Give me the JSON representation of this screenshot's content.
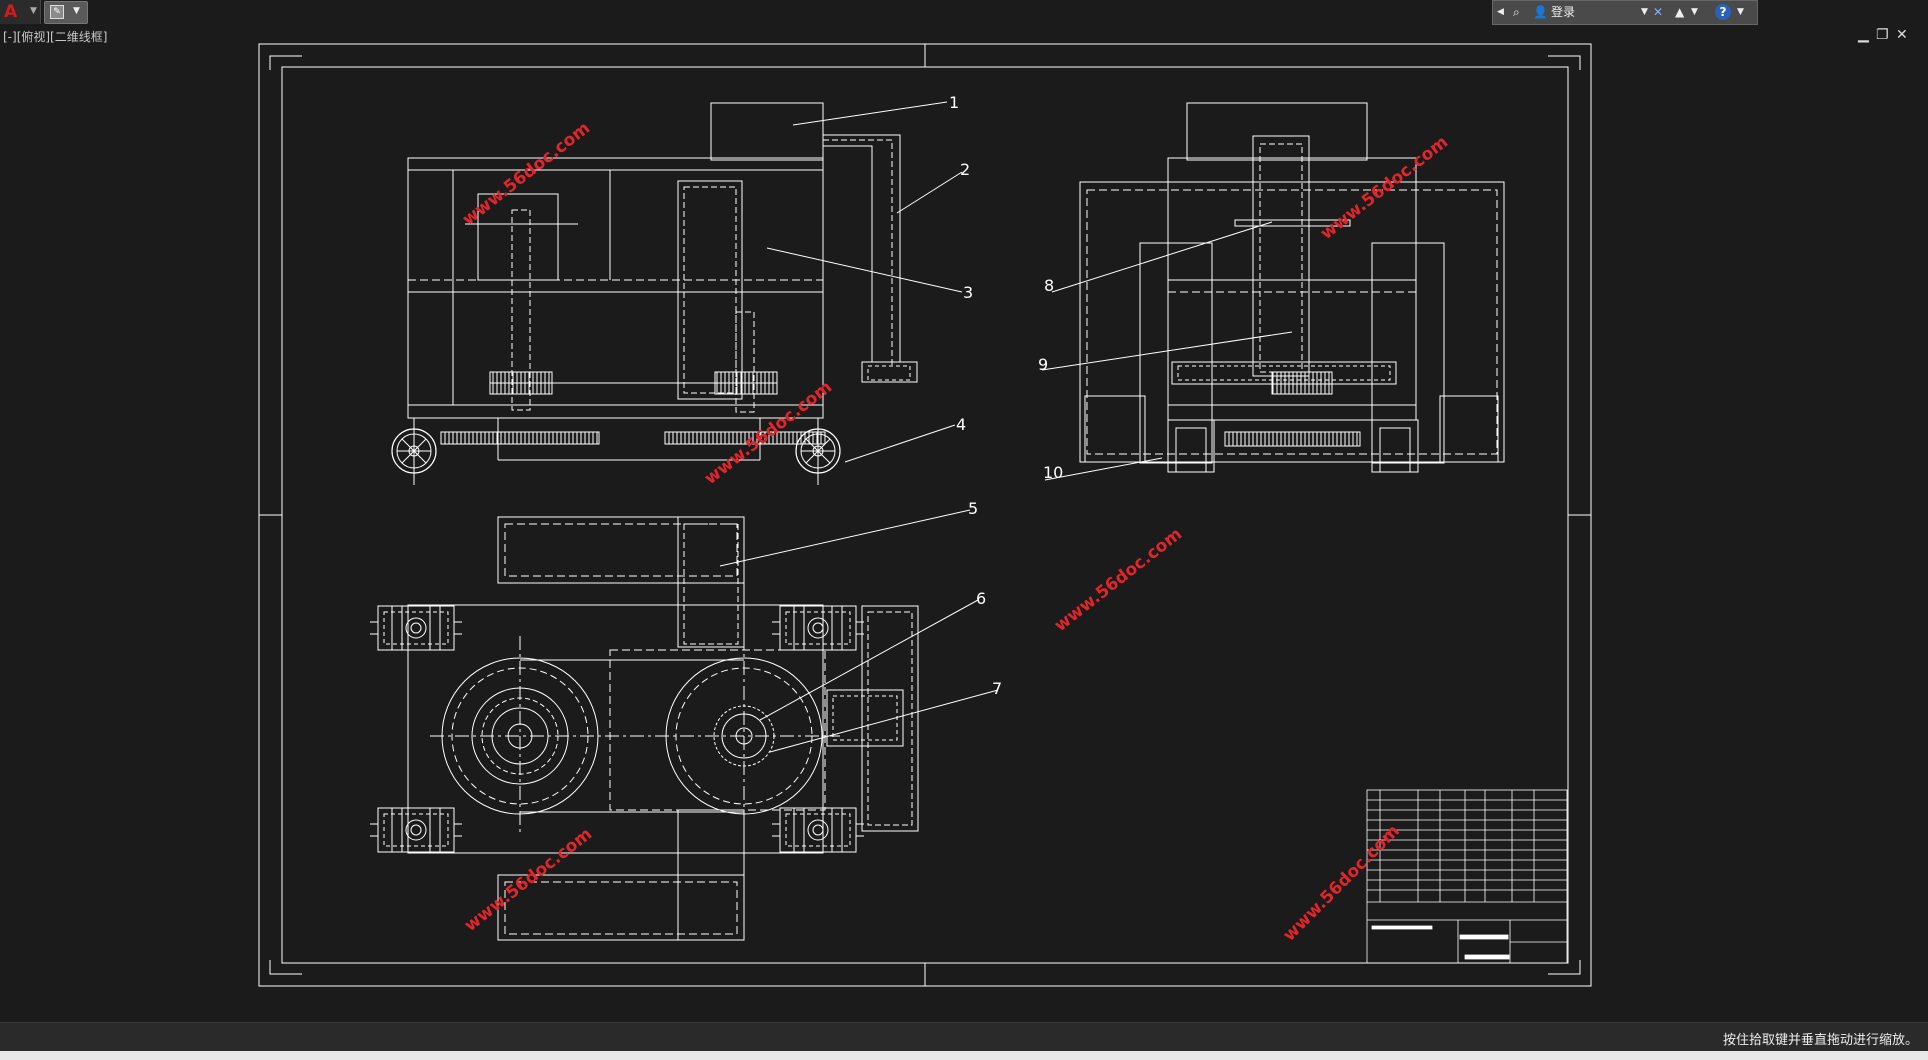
{
  "viewport": {
    "label": "[-][俯视][二维线框]"
  },
  "infocenter": {
    "login_label": "登录",
    "help_label": "?"
  },
  "window_controls": {
    "minimize": "▁",
    "restore": "❐",
    "close": "✕"
  },
  "drawing": {
    "watermark": "www.56doc.com",
    "callouts": [
      "1",
      "2",
      "3",
      "4",
      "5",
      "6",
      "7",
      "8",
      "9",
      "10"
    ]
  },
  "status": {
    "prompt": "按住拾取键并垂直拖动进行缩放。"
  },
  "colors": {
    "background": "#1b1b1b",
    "lines": "#ffffff",
    "watermark": "#e0252b"
  }
}
